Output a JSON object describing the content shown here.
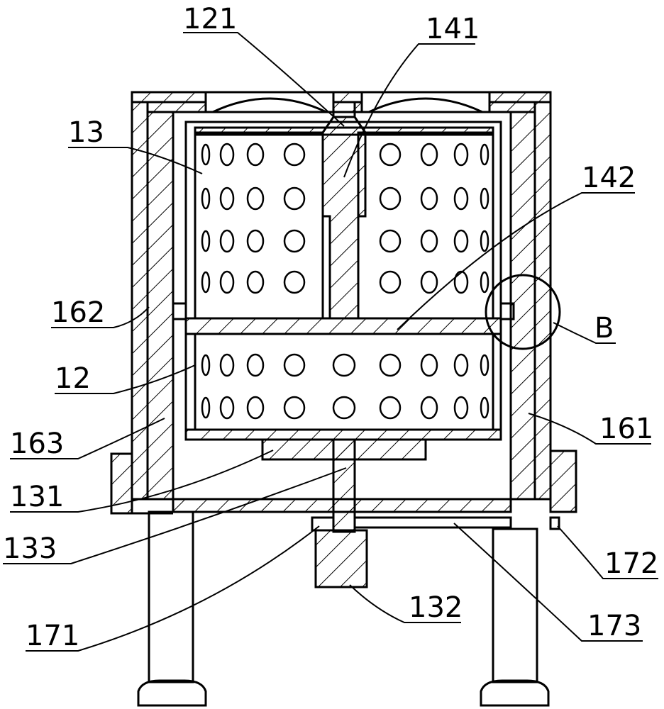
{
  "labels": {
    "l121": "121",
    "l141": "141",
    "l13": "13",
    "l142": "142",
    "l162": "162",
    "lB": "B",
    "l12": "12",
    "l163": "163",
    "l161": "161",
    "l131": "131",
    "l133": "133",
    "l172": "172",
    "l171": "171",
    "l132": "132",
    "l173": "173"
  },
  "colors": {
    "line": "#000000",
    "background": "#ffffff"
  }
}
